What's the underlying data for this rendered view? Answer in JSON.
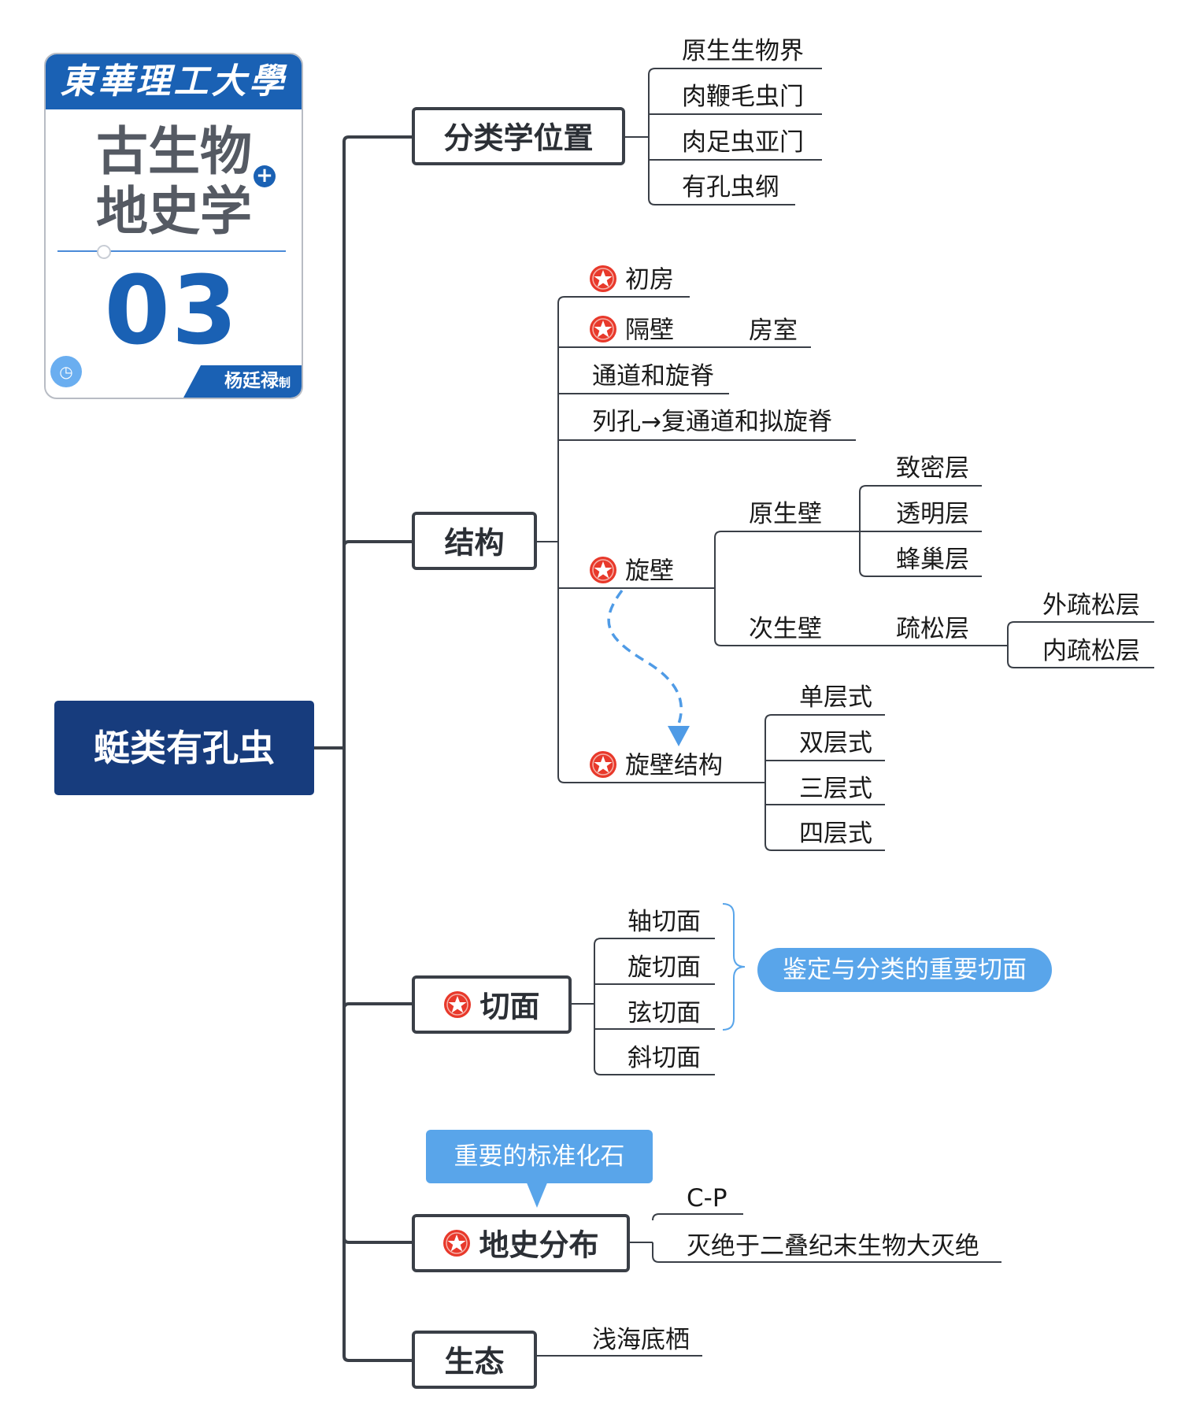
{
  "logo": {
    "university": "東華理工大學",
    "title_line1": "古生物",
    "title_line2": "地史学",
    "number": "03",
    "author": "杨廷禄",
    "author_suffix": "制"
  },
  "root": {
    "label": "蜓类有孔虫"
  },
  "branches": {
    "taxonomy": {
      "label": "分类学位置",
      "items": [
        "原生生物界",
        "肉鞭毛虫门",
        "肉足虫亚门",
        "有孔虫纲"
      ]
    },
    "structure": {
      "label": "结构",
      "chufang": "初房",
      "gebi": "隔壁",
      "fangshi": "房室",
      "tongdao": "通道和旋脊",
      "liekong": "列孔→复通道和拟旋脊",
      "xuanbi": "旋壁",
      "yuanshengbi": "原生壁",
      "yuansheng_layers": [
        "致密层",
        "透明层",
        "蜂巢层"
      ],
      "cishengbi": "次生壁",
      "shusongceng": "疏松层",
      "shusong_layers": [
        "外疏松层",
        "内疏松层"
      ],
      "xuanbi_jiegou": "旋壁结构",
      "jiegou_types": [
        "单层式",
        "双层式",
        "三层式",
        "四层式"
      ]
    },
    "sections": {
      "label": "切面",
      "items": [
        "轴切面",
        "旋切面",
        "弦切面",
        "斜切面"
      ],
      "callout": "鉴定与分类的重要切面"
    },
    "distribution": {
      "label": "地史分布",
      "callout": "重要的标准化石",
      "items": [
        "C-P",
        "灭绝于二叠纪末生物大灭绝"
      ]
    },
    "ecology": {
      "label": "生态",
      "items": [
        "浅海底栖"
      ]
    }
  },
  "colors": {
    "root_bg": "#173c7d",
    "logo_blue": "#1a61b4",
    "callout_blue": "#59a5ea",
    "star_red": "#e8392b",
    "line": "#3a3f47"
  }
}
